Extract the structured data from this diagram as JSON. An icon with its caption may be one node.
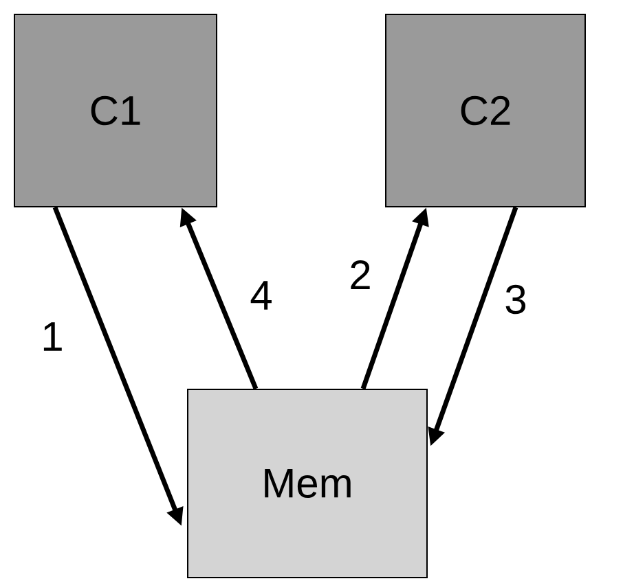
{
  "diagram": {
    "nodes": [
      {
        "text": [
          "C1"
        ]
      },
      {
        "text": [
          "C2"
        ]
      },
      {
        "text": [
          "Mem"
        ]
      }
    ],
    "edges": [
      {
        "from": 0,
        "to": 2,
        "arrow": "to",
        "label": "1"
      },
      {
        "from": 2,
        "to": 0,
        "arrow": "to",
        "label": "4"
      },
      {
        "from": 2,
        "to": 1,
        "arrow": "to",
        "label": "2"
      },
      {
        "from": 1,
        "to": 2,
        "arrow": "to",
        "label": "3"
      }
    ]
  }
}
